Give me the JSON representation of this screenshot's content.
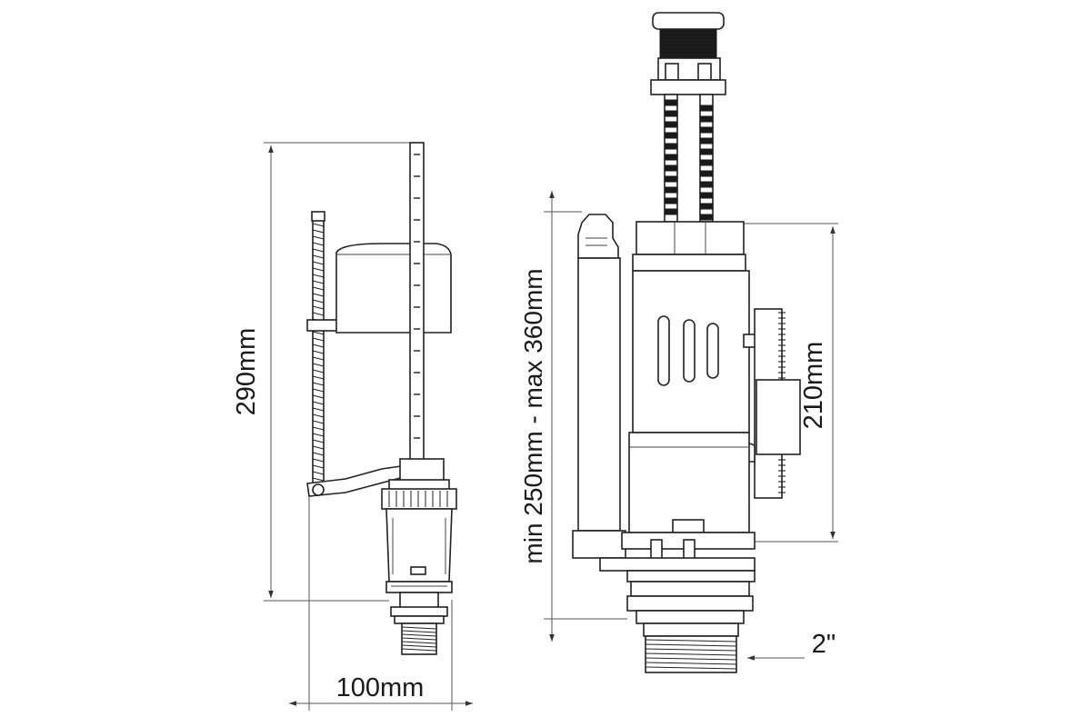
{
  "dimensions": {
    "fill_valve_height": "290mm",
    "fill_valve_width": "100mm",
    "flush_valve_range": "min 250mm - max 360mm",
    "flush_valve_height": "210mm",
    "outlet_size": "2\""
  }
}
